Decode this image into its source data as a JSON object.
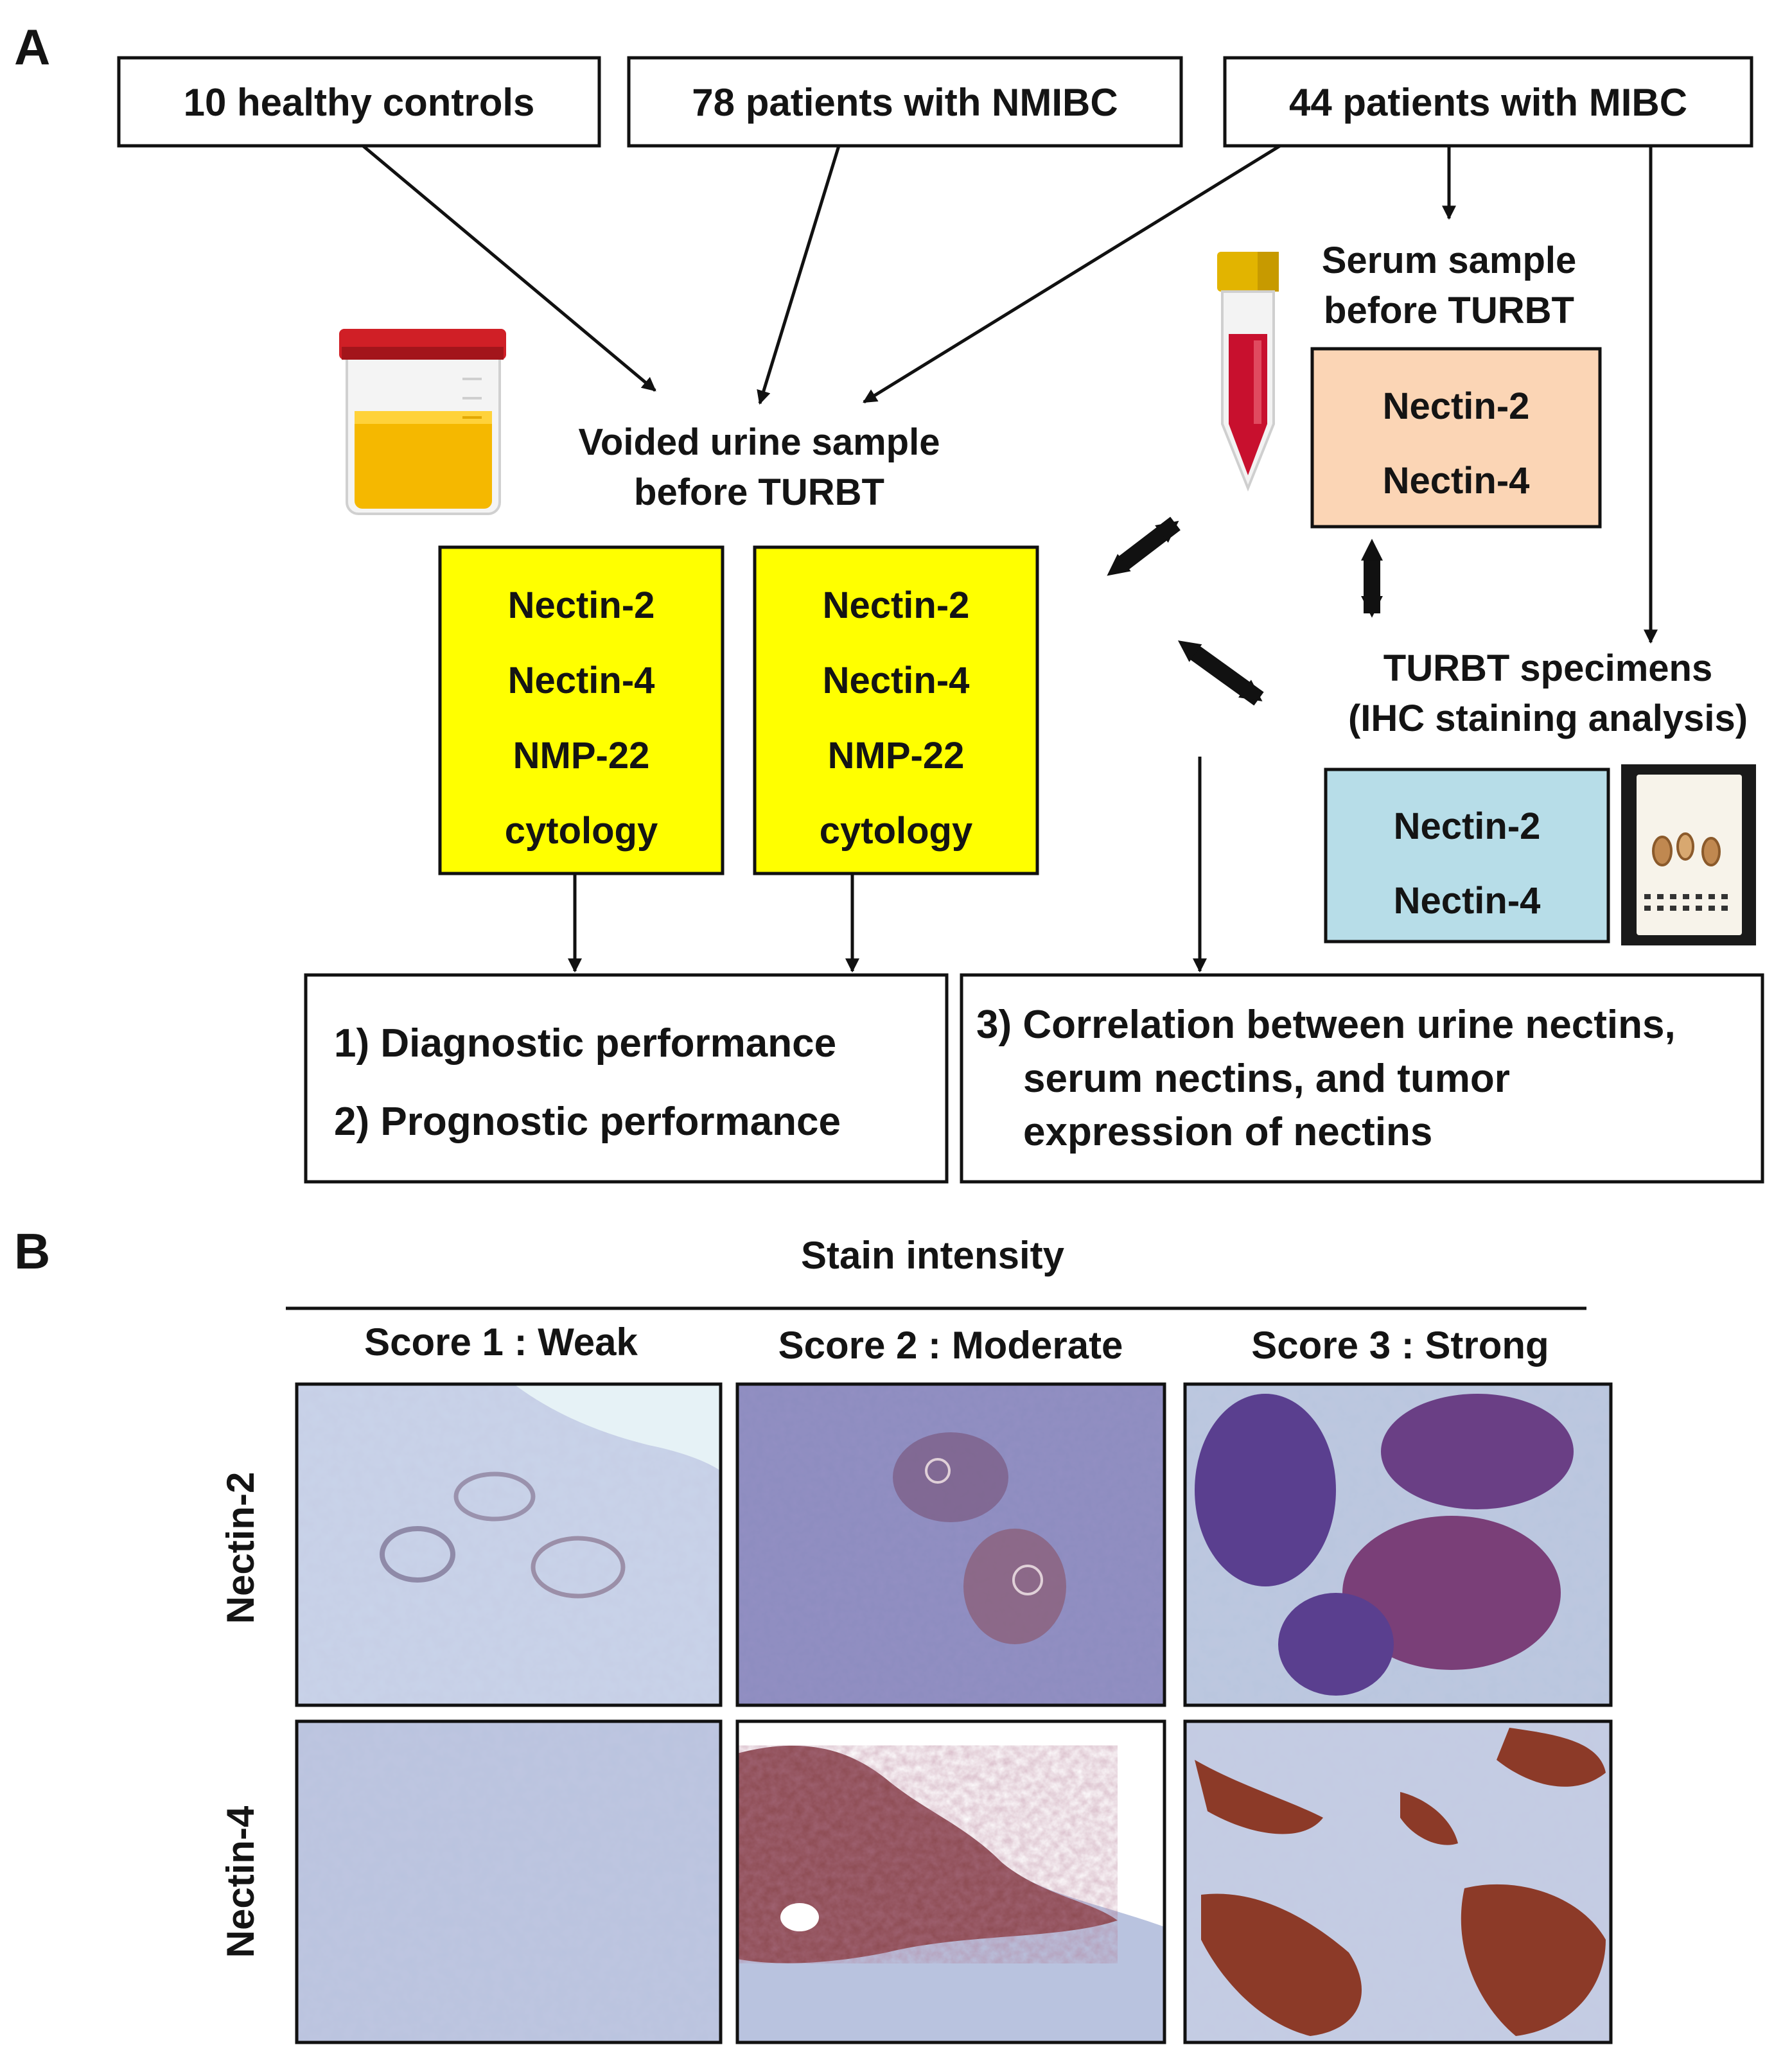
{
  "panel_a": {
    "label": "A",
    "cohorts": {
      "healthy": "10 healthy  controls",
      "nmibc": "78 patients  with NMIBC",
      "mibc": "44 patients  with MIBC"
    },
    "urine": {
      "title_line1": "Voided urine sample",
      "title_line2": "before TURBT",
      "box1": [
        "Nectin-2",
        "Nectin-4",
        "NMP-22",
        "cytology"
      ],
      "box2": [
        "Nectin-2",
        "Nectin-4",
        "NMP-22",
        "cytology"
      ],
      "box_color": "#ffff00"
    },
    "serum": {
      "title_line1": "Serum sample",
      "title_line2": "before TURBT",
      "items": [
        "Nectin-2",
        "Nectin-4"
      ],
      "box_color": "#fbd5b5"
    },
    "tissue": {
      "title_line1": "TURBT specimens",
      "title_line2": "(IHC staining analysis)",
      "items": [
        "Nectin-2",
        "Nectin-4"
      ],
      "box_color": "#b7dde8"
    },
    "outcomes": {
      "left_line1": "1) Diagnostic  performance",
      "left_line2": "2) Prognostic  performance",
      "right_line1": "3) Correlation between urine nectins,",
      "right_line2": "serum  nectins, and tumor",
      "right_line3": "expression  of nectins"
    }
  },
  "panel_b": {
    "label": "B",
    "header": "Stain intensity",
    "columns": [
      "Score 1 : Weak",
      "Score 2 : Moderate",
      "Score 3 : Strong"
    ],
    "rows": [
      "Nectin-2",
      "Nectin-4"
    ]
  }
}
